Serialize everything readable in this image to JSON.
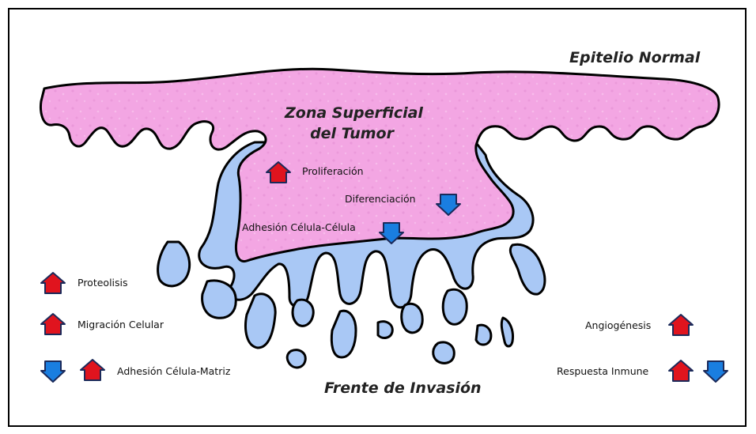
{
  "titles": {
    "normal_epithelium": "Epitelio Normal",
    "superficial_zone_line1": "Zona Superficial",
    "superficial_zone_line2": "del Tumor",
    "invasion_front": "Frente de Invasión"
  },
  "inner_labels": {
    "proliferation": "Proliferación",
    "differentiation": "Diferenciación",
    "cell_cell_adhesion": "Adhesión Célula-Célula"
  },
  "left_legend": {
    "proteolysis": "Proteolisis",
    "cell_migration": "Migración Celular",
    "cell_matrix_adhesion": "Adhesión Célula-Matriz"
  },
  "right_legend": {
    "angiogenesis": "Angiogénesis",
    "immune_response": "Respuesta Inmune"
  },
  "colors": {
    "tumor_pink": "#f3a6e3",
    "front_blue": "#a9c8f5",
    "arrow_up": "#e0141e",
    "arrow_down": "#1a7ee0",
    "arrow_border": "#1b2a5a"
  }
}
